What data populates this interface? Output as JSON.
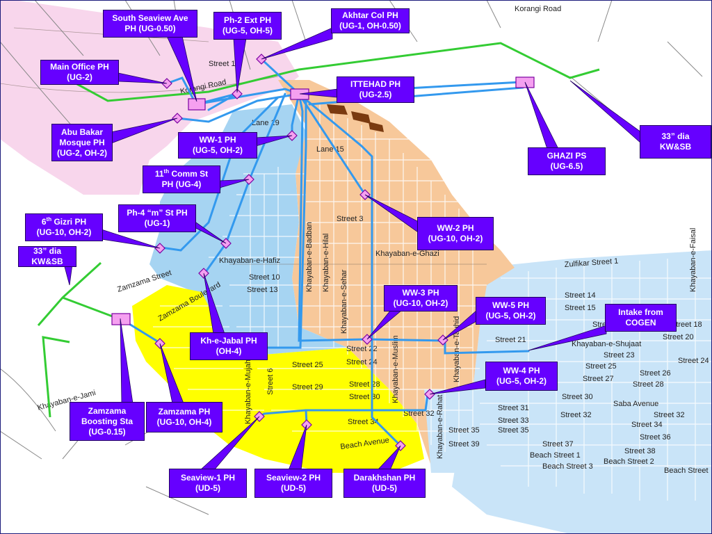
{
  "colors": {
    "zone_pink": "#f8d6ec",
    "zone_blue": "#a6d4f2",
    "zone_orange": "#f7c89a",
    "zone_yellow": "#ffff00",
    "zone_lightblue": "#c9e4f8",
    "pipe_blue": "#3399ee",
    "line_green": "#33cc33",
    "callout_purple": "#6600ff",
    "station_pink": "#f5a0f0"
  },
  "map_labels": {
    "korangi_road": "Korangi Road",
    "street_12": "Street 12",
    "korangi_road_2": "Korangi Road",
    "lane_19": "Lane 19",
    "lane_15": "Lane 15",
    "street_3": "Street 3",
    "khayaban_e_ghazi": "Khayaban-e-Ghazi",
    "khayaban_e_hafiz": "Khayaban-e-Hafiz",
    "street_10": "Street 10",
    "street_13": "Street 13",
    "khayaban_e_badban": "Khayaban-e-Badban",
    "khayaban_e_hilal": "Khayaban-e-Hilal",
    "khayaban_e_sehar": "Khayaban-e-Sehar",
    "khayaban_e_mujahid": "Khayaban-e-Mujahid",
    "khayaban_e_muslim": "Khayaban-e-Muslim",
    "khayaban_e_rahat": "Khayaban-e-Rahat",
    "khayaban_e_tauhid": "Khayaban-e-Tauhid",
    "street_22": "Street 22",
    "street_24": "Street 24",
    "street_25": "Street 25",
    "street_29": "Street 29",
    "street_28": "Street 28",
    "street_30": "Street 30",
    "street_32": "Street 32",
    "street_34": "Street 34",
    "street_35": "Street 35",
    "street_39": "Street 39",
    "street_14": "Street 14",
    "street_15": "Street 15",
    "street_17": "Street 17",
    "street_18": "Street 18",
    "street_20": "Street 20",
    "street_21": "Street 21",
    "street_23": "Street 23",
    "street_24b": "Street 24",
    "street_25b": "Street 25",
    "street_26": "Street 26",
    "street_27": "Street 27",
    "street_28b": "Street 28",
    "street_30b": "Street 30",
    "street_31": "Street 31",
    "street_32b": "Street 32",
    "street_32c": "Street 32",
    "street_33": "Street 33",
    "street_34b": "Street 34",
    "street_35b": "Street 35",
    "street_36": "Street 36",
    "street_37": "Street 37",
    "street_38": "Street 38",
    "khayaban_e_chujaat": "Khayaban-e-Shujaat",
    "saba_avenue": "Saba Avenue",
    "beach_street_1": "Beach Street 1",
    "beach_street_2": "Beach Street 2",
    "beach_street_3": "Beach Street 3",
    "beach_street": "Beach Street",
    "beach_avenue": "Beach Avenue",
    "zulfikar_street_1": "Zulfikar Street 1",
    "zamzama_street": "Zamzama Street",
    "zamzama_boulevard": "Zamzama Boulevard",
    "khayaban_e_jami": "Khayaban-e-Jami",
    "khayaban_e_faisal": "Khayaban-e-Faisal",
    "street_6": "Street 6"
  },
  "callouts": {
    "south_seaview": [
      "South Seaview Ave",
      "PH (UG-0.50)"
    ],
    "ph2_ext": [
      "Ph-2 Ext PH",
      "(UG-5, OH-5)"
    ],
    "akhtar_col": [
      "Akhtar Col PH",
      "(UG-1, OH-0.50)"
    ],
    "main_office": [
      "Main Office PH",
      "(UG-2)"
    ],
    "ittehad": [
      "ITTEHAD PH",
      "(UG-2.5)"
    ],
    "abu_bakar": [
      "Abu Bakar",
      "Mosque PH",
      "(UG-2, OH-2)"
    ],
    "ww1": [
      "WW-1 PH",
      "(UG-5, OH-2)"
    ],
    "comm11": {
      "num": "11",
      "sup": "th",
      "rest": " Comm St",
      "line2": "PH (UG-4)"
    },
    "ph4m": [
      "Ph-4 “m” St PH",
      "(UG-1)"
    ],
    "gizri6": {
      "num": "6",
      "sup": "th",
      "rest": " Gizri PH",
      "line2": "(UG-10, OH-2)"
    },
    "dia33_left": [
      "33” dia",
      "KW&SB"
    ],
    "ghazi_ps": [
      "GHAZI PS",
      "(UG-6.5)"
    ],
    "dia33_right": [
      "33” dia",
      "KW&SB"
    ],
    "ww2": [
      "WW-2 PH",
      "(UG-10, OH-2)"
    ],
    "ww3": [
      "WW-3 PH",
      "(UG-10, OH-2)"
    ],
    "ww5": [
      "WW-5 PH",
      "(UG-5, OH-2)"
    ],
    "intake_cogen": [
      "Intake from",
      "COGEN"
    ],
    "khe_jabal": [
      "Kh-e-Jabal PH",
      "(OH-4)"
    ],
    "ww4": [
      "WW-4 PH",
      "(UG-5, OH-2)"
    ],
    "zamzama_boosting": [
      "Zamzama",
      "Boosting Sta",
      "(UG-0.15)"
    ],
    "zamzama_ph": [
      "Zamzama PH",
      "(UG-10, OH-4)"
    ],
    "seaview1": [
      "Seaview-1 PH",
      "(UD-5)"
    ],
    "seaview2": [
      "Seaview-2 PH",
      "(UD-5)"
    ],
    "darakhshan": [
      "Darakhshan PH",
      "(UD-5)"
    ]
  }
}
